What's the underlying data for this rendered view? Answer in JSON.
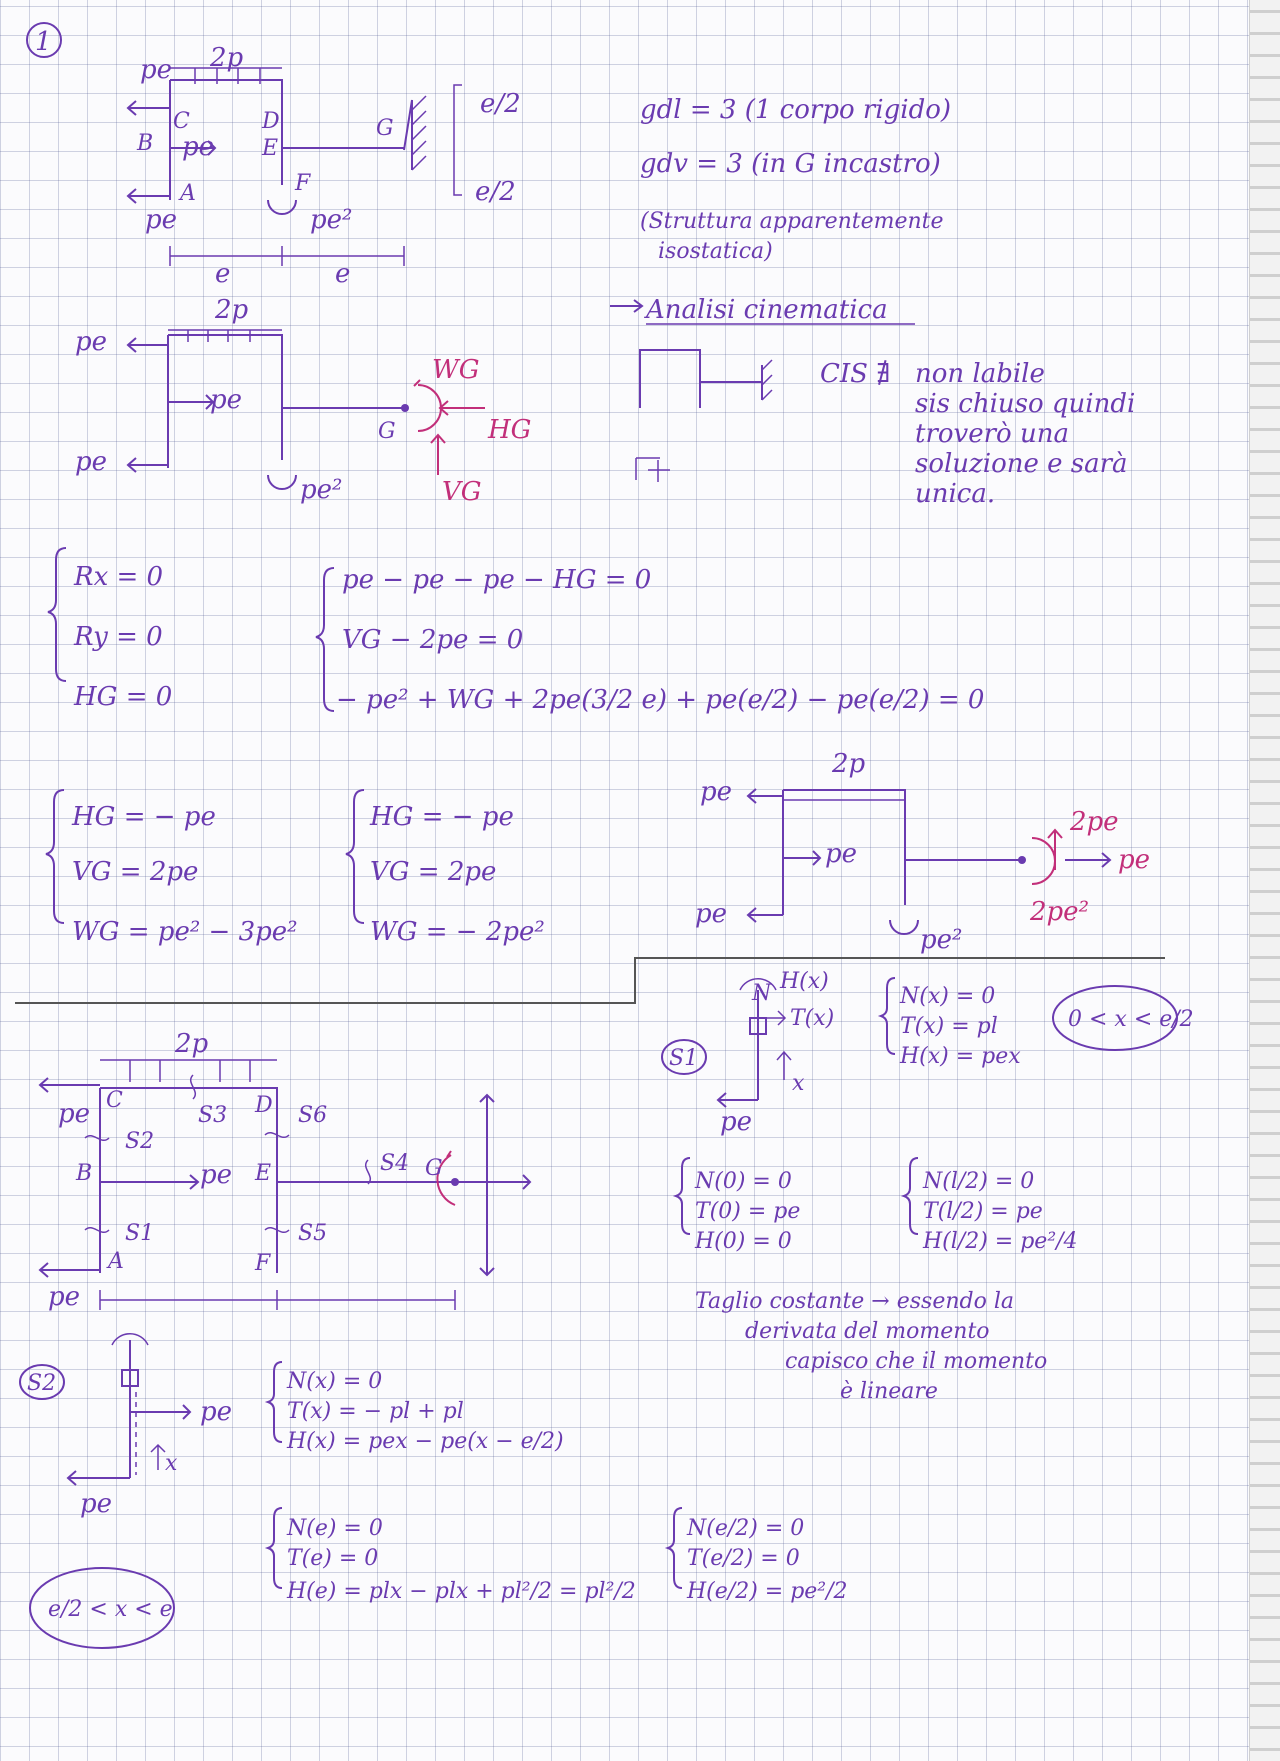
{
  "page_number": "1",
  "top_diagram": {
    "loads": [
      "pe",
      "2p",
      "pe",
      "pe",
      "pe²"
    ],
    "points": [
      "C",
      "D",
      "B",
      "E",
      "A",
      "F",
      "G"
    ],
    "dims": [
      "e/2",
      "e/2",
      "e",
      "e"
    ]
  },
  "dof": {
    "gdl": "gdl = 3 (1 corpo rigido)",
    "gdv": "gdv = 3 (in G incastro)",
    "note1": "(Struttura apparentemente",
    "note2": "isostatica)"
  },
  "kinematic": {
    "title": "Analisi cinematica",
    "cis_text": "CIS ∄",
    "lines": [
      "non labile",
      "sis chiuso quindi",
      "troverò una",
      "soluzione e sarà",
      "unica."
    ]
  },
  "fbd": {
    "loads": [
      "2p",
      "pe",
      "pe",
      "pe",
      "pe²"
    ],
    "reactions": [
      "WG",
      "HG",
      "VG"
    ],
    "g_label": "G"
  },
  "equilibrium_left": [
    "Rx = 0",
    "Ry = 0",
    "HG = 0"
  ],
  "equilibrium_right": [
    "pe − pe − pe − HG = 0",
    "VG − 2pe = 0",
    "− pe² + WG + 2pe(3/2 e) + pe(e/2) − pe(e/2) = 0"
  ],
  "solution_a": [
    "HG = − pe",
    "VG = 2pe",
    "WG = pe² − 3pe²"
  ],
  "solution_b": [
    "HG = − pe",
    "VG = 2pe",
    "WG = − 2pe²"
  ],
  "solved_diagram": {
    "loads": [
      "2p",
      "pe",
      "pe",
      "pe",
      "pe²"
    ],
    "reactions": [
      "2pe",
      "pe",
      "2pe²"
    ]
  },
  "sections_diagram": {
    "labels": [
      "2p",
      "pe",
      "C",
      "D",
      "S2",
      "S3",
      "S6",
      "B",
      "pe",
      "E",
      "S4",
      "G",
      "S1",
      "S5",
      "A",
      "F",
      "pe"
    ]
  },
  "s1": {
    "label": "S1",
    "stub": [
      "H(x)",
      "N",
      "T(x)",
      "x"
    ],
    "load": "pe",
    "system": [
      "N(x) = 0",
      "T(x) = pl",
      "H(x) = pex"
    ],
    "range": "0 < x < e/2",
    "at0": [
      "N(0) = 0",
      "T(0) = pe",
      "H(0) = 0"
    ],
    "athalf": [
      "N(l/2) = 0",
      "T(l/2) = pe",
      "H(l/2) = pe²/4"
    ],
    "note": [
      "Taglio costante → essendo la",
      "derivata del momento",
      "capisco che il momento",
      "è lineare"
    ]
  },
  "s2": {
    "label": "S2",
    "loads": [
      "pe",
      "pe",
      "x"
    ],
    "system": [
      "N(x) = 0",
      "T(x) = − pl + pl",
      "H(x) = pex − pe(x − e/2)"
    ],
    "at_e": [
      "N(e) = 0",
      "T(e) = 0",
      "H(e) = plx − plx + pl²/2 = pl²/2"
    ],
    "at_half": [
      "N(e/2) = 0",
      "T(e/2) = 0",
      "H(e/2) = pe²/2"
    ],
    "range": "e/2 < x < e"
  }
}
